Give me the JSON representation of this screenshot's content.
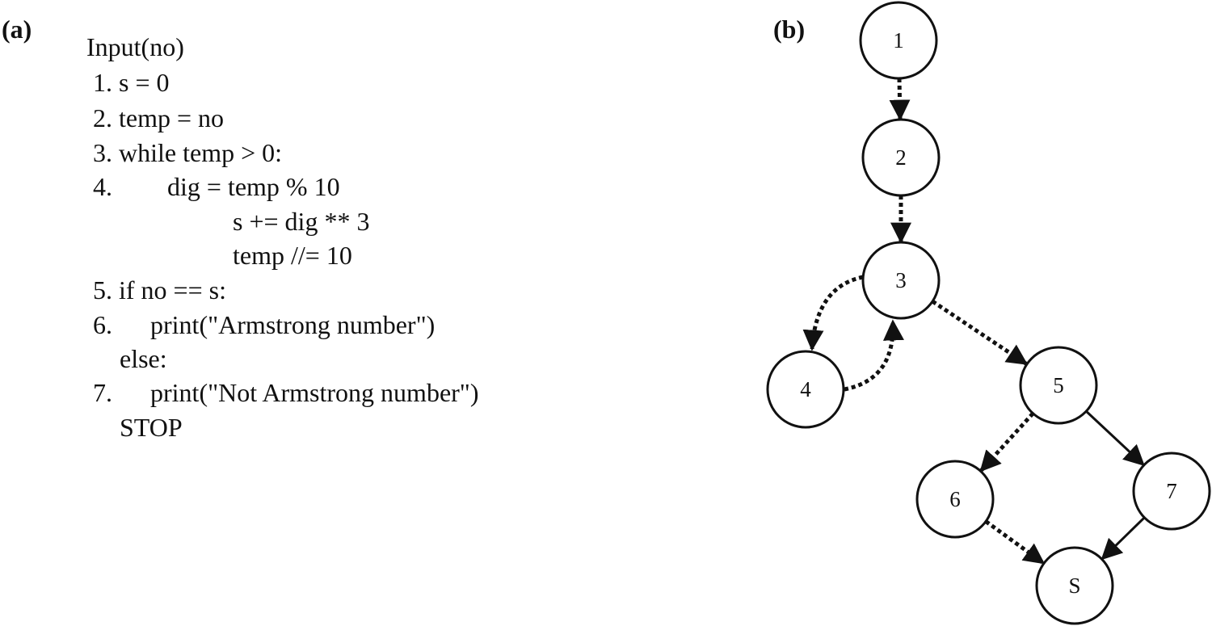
{
  "panels": {
    "a_label": "(a)",
    "b_label": "(b)"
  },
  "code": {
    "header": "Input(no)",
    "lines": [
      {
        "num": "1.",
        "text": "s = 0"
      },
      {
        "num": "2.",
        "text": "temp = no"
      },
      {
        "num": "3.",
        "text": "while temp > 0:"
      },
      {
        "num": "4.",
        "text": "dig = temp % 10"
      },
      {
        "num": "",
        "text": "s += dig ** 3"
      },
      {
        "num": "",
        "text": "temp //= 10"
      },
      {
        "num": "5.",
        "text": "if no == s:"
      },
      {
        "num": "6.",
        "text": "print(\"Armstrong number\")"
      },
      {
        "num": "",
        "text": "else:"
      },
      {
        "num": "7.",
        "text": "print(\"Not Armstrong number\")"
      },
      {
        "num": "",
        "text": "STOP"
      }
    ]
  },
  "graph": {
    "nodes": [
      {
        "id": "1",
        "label": "1"
      },
      {
        "id": "2",
        "label": "2"
      },
      {
        "id": "3",
        "label": "3"
      },
      {
        "id": "4",
        "label": "4"
      },
      {
        "id": "5",
        "label": "5"
      },
      {
        "id": "6",
        "label": "6"
      },
      {
        "id": "7",
        "label": "7"
      },
      {
        "id": "S",
        "label": "S"
      }
    ],
    "edges": [
      {
        "from": "1",
        "to": "2",
        "style": "dotted"
      },
      {
        "from": "2",
        "to": "3",
        "style": "dotted"
      },
      {
        "from": "3",
        "to": "4",
        "style": "dotted"
      },
      {
        "from": "4",
        "to": "3",
        "style": "dotted"
      },
      {
        "from": "3",
        "to": "5",
        "style": "dotted"
      },
      {
        "from": "5",
        "to": "6",
        "style": "dotted"
      },
      {
        "from": "5",
        "to": "7",
        "style": "solid"
      },
      {
        "from": "6",
        "to": "S",
        "style": "dotted"
      },
      {
        "from": "7",
        "to": "S",
        "style": "solid"
      }
    ]
  }
}
